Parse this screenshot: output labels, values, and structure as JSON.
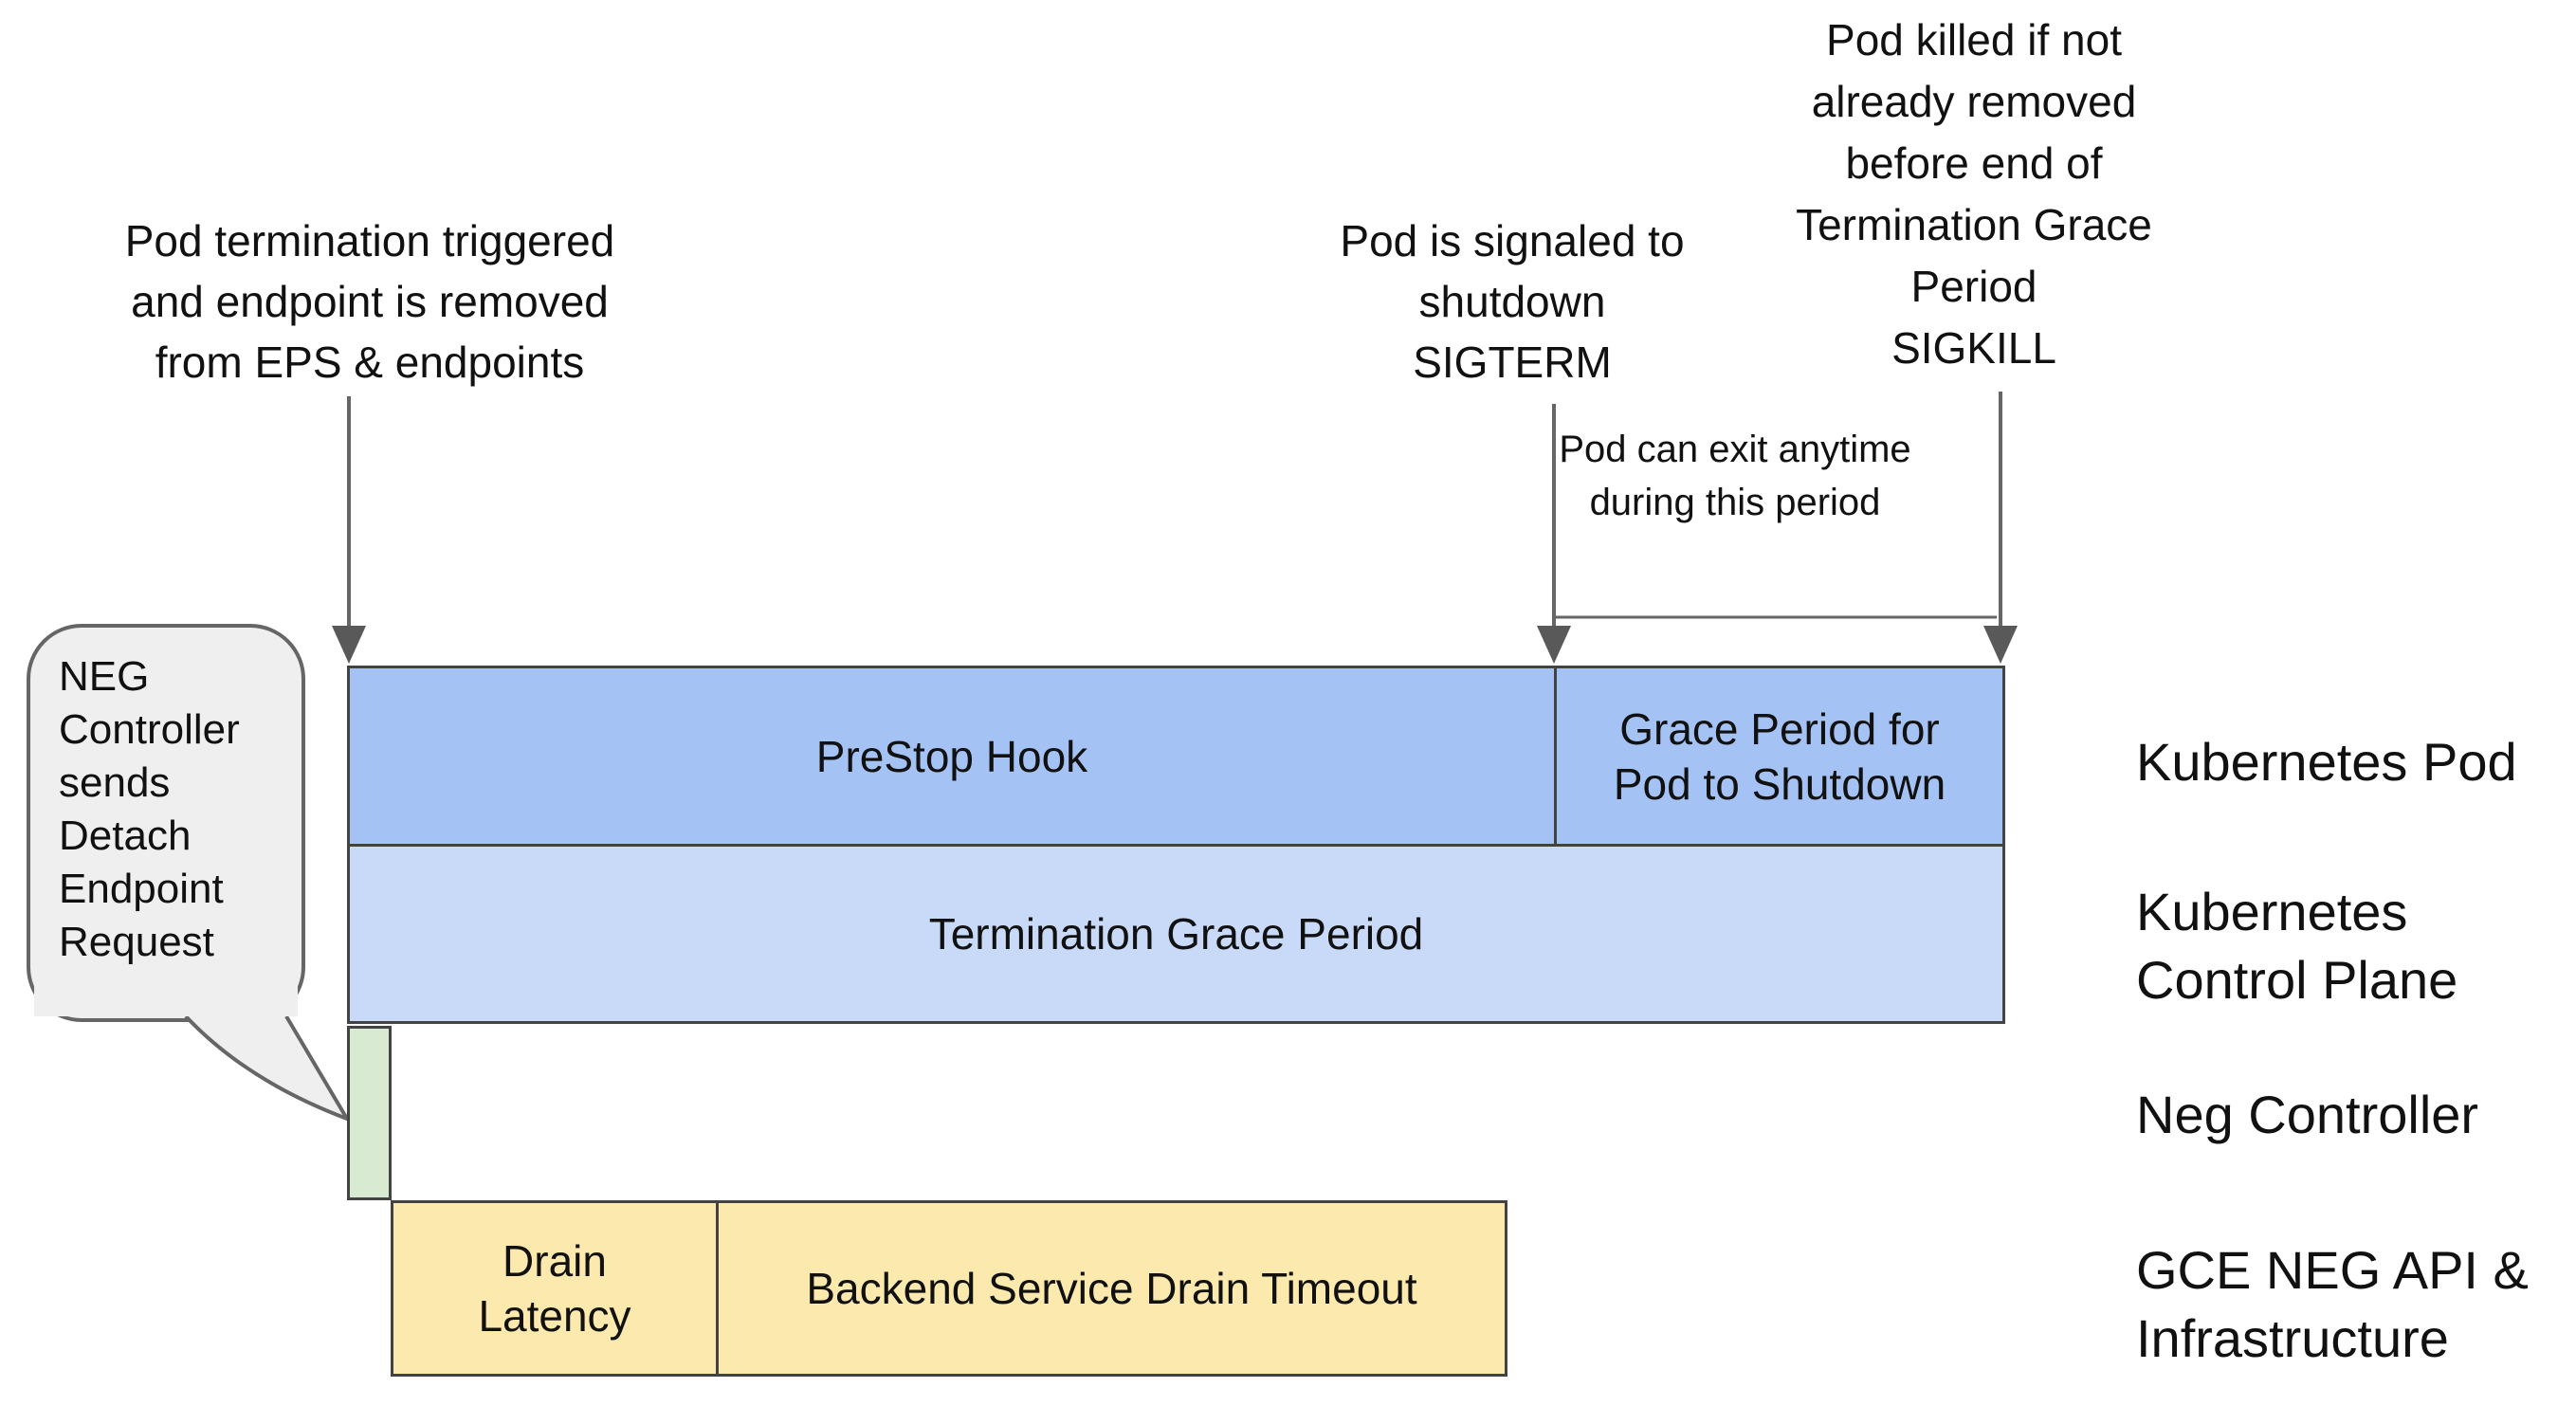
{
  "colors": {
    "bar_blue": "#a4c2f4",
    "bar_light_blue": "#c9daf8",
    "bar_green": "#d9ead3",
    "bar_yellow": "#fbe9ad",
    "border_dark": "#434343",
    "line_gray": "#666666",
    "callout_fill": "#efefef"
  },
  "annotations": {
    "trigger": {
      "lines": [
        "Pod termination triggered",
        "and endpoint is removed",
        "from EPS & endpoints"
      ]
    },
    "sigterm": {
      "lines": [
        "Pod is signaled to",
        "shutdown",
        "SIGTERM"
      ]
    },
    "sigkill": {
      "lines": [
        "Pod killed if not",
        "already removed",
        "before end of",
        "Termination Grace",
        "Period",
        "SIGKILL"
      ]
    },
    "exit_window": {
      "lines": [
        "Pod can exit anytime",
        "during this period"
      ]
    }
  },
  "callout": {
    "lines": [
      "NEG",
      "Controller",
      "sends",
      "Detach",
      "Endpoint",
      "Request"
    ]
  },
  "bars": {
    "prestop": "PreStop Hook",
    "grace_period": {
      "lines": [
        "Grace Period for",
        "Pod to Shutdown"
      ]
    },
    "termination_grace": "Termination Grace Period",
    "drain_latency": {
      "lines": [
        "Drain",
        "Latency"
      ]
    },
    "backend_drain": "Backend Service Drain Timeout"
  },
  "row_labels": {
    "kubernetes_pod": "Kubernetes Pod",
    "control_plane": {
      "lines": [
        "Kubernetes",
        "Control Plane"
      ]
    },
    "neg_controller": "Neg Controller",
    "gce": {
      "lines": [
        "GCE NEG API &",
        "Infrastructure"
      ]
    }
  }
}
